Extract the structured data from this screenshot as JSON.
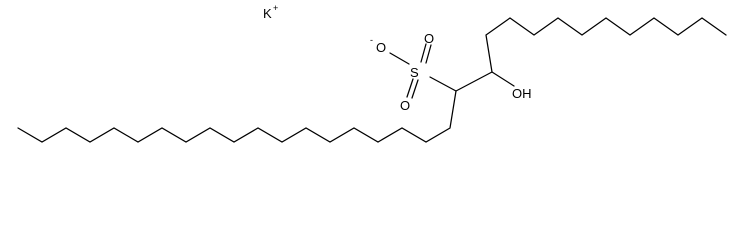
{
  "molecule": {
    "labels": {
      "potassium": "K",
      "potassium_charge": "+",
      "oxide_charge": "-",
      "sulfonate_oxygen_1": "O",
      "sulfonate_oxygen_2": "O",
      "sulfonate_oxygen_3": "O",
      "sulfur": "S",
      "hydroxyl": "OH"
    }
  }
}
